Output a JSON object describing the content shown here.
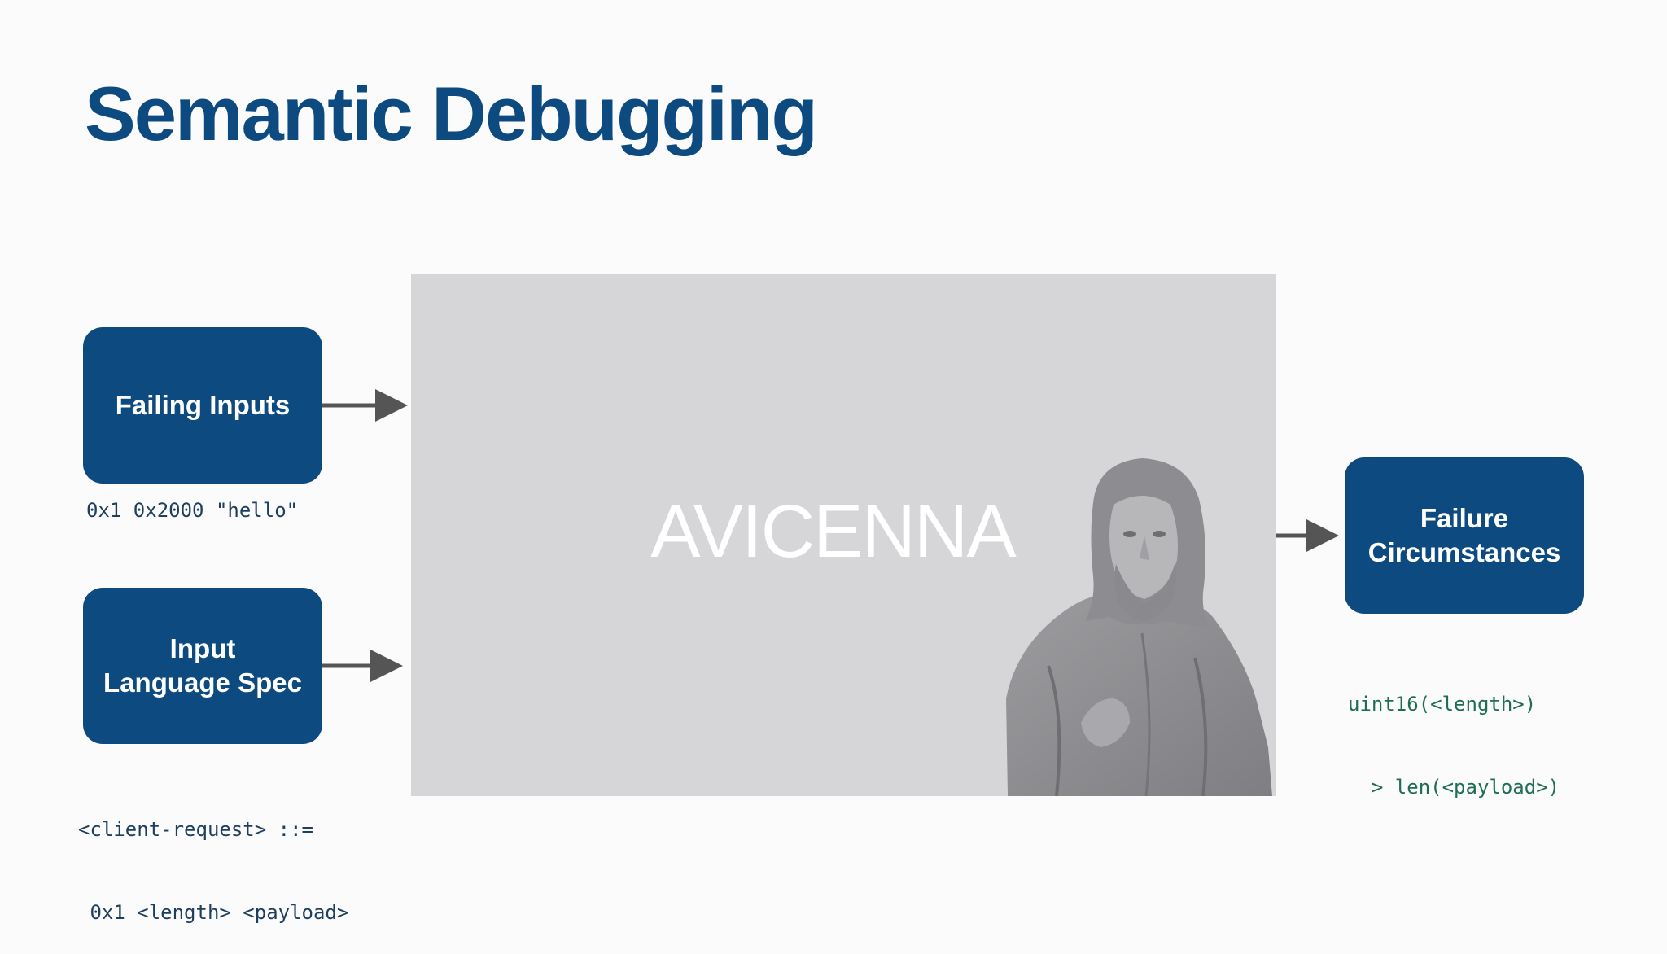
{
  "slide": {
    "title": "Semantic Debugging"
  },
  "inputs": {
    "failing_inputs": {
      "label": "Failing Inputs",
      "example": "0x1 0x2000 \"hello\""
    },
    "language_spec": {
      "label_line1": "Input",
      "label_line2": "Language Spec",
      "grammar_line1": "<client-request> ::=",
      "grammar_line2": " 0x1 <length> <payload>"
    }
  },
  "tool": {
    "name": "AVICENNA",
    "portrait_icon": "bearded-scholar-portrait"
  },
  "output": {
    "failure": {
      "label_line1": "Failure",
      "label_line2": "Circumstances",
      "constraint_line1": "uint16(<length>)",
      "constraint_line2": "  > len(<payload>)"
    }
  },
  "colors": {
    "title": "#0d4a80",
    "box_fill": "#0d4a80",
    "box_text": "#ffffff",
    "panel": "#d6d5d8",
    "arrow": "#555555",
    "input_code": "#1d3e5e",
    "output_code": "#1f6e52"
  }
}
